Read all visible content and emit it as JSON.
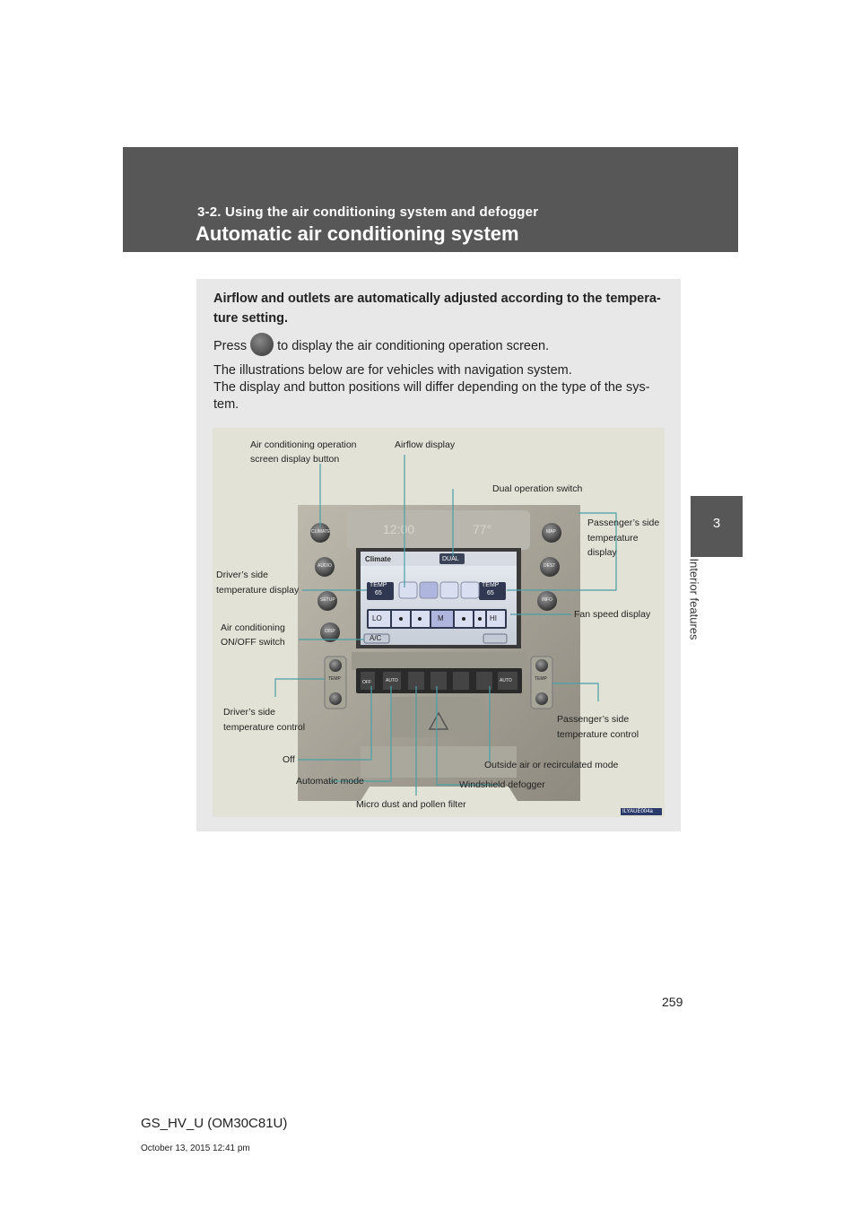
{
  "header": {
    "section": "3-2. Using the air conditioning system and defogger",
    "title": "Automatic air conditioning system"
  },
  "side_tab": {
    "number": "3",
    "label": "Interior features"
  },
  "intro": {
    "line1": "Airflow and outlets are automatically adjusted according to the tempera-",
    "line2": "ture setting.",
    "press_before": "Press",
    "press_after": "to display the air conditioning operation screen.",
    "note1": "The illustrations below are for vehicles with navigation system.",
    "note2": "The display and button positions will differ depending on the type of the sys-",
    "note3": "tem."
  },
  "figure": {
    "labels": {
      "ac_screen_button_1": "Air   conditioning   operation",
      "ac_screen_button_2": "screen display button",
      "airflow_display": "Airflow display",
      "dual_switch": "Dual operation switch",
      "pass_temp_display_1": "Passenger’s side",
      "pass_temp_display_2": "temperature",
      "pass_temp_display_3": "display",
      "driver_temp_display_1": "Driver’s side",
      "driver_temp_display_2": "temperature display",
      "fan_speed": "Fan speed display",
      "ac_onoff_1": "Air conditioning",
      "ac_onoff_2": "ON/OFF switch",
      "driver_temp_control_1": "Driver’s side",
      "driver_temp_control_2": "temperature control",
      "pass_temp_control_1": "Passenger’s side",
      "pass_temp_control_2": "temperature control",
      "off": "Off",
      "outside_air": "Outside air or recirculated mode",
      "auto_mode": "Automatic mode",
      "windshield": "Windshield defogger",
      "micro_dust": "Micro dust and pollen filter"
    },
    "screen": {
      "title": "Climate",
      "dual": "DUAL",
      "temp": "TEMP",
      "temp_left": "65",
      "temp_right": "65",
      "fan_lo": "LO",
      "fan_m": "M",
      "fan_hi": "HI",
      "ac": "A/C"
    },
    "buttons": {
      "climate": "CLIMATE",
      "audio": "AUDIO",
      "setup": "SETUP",
      "disp": "DISP",
      "map": "MAP",
      "dest": "DEST",
      "info": "INFO",
      "off": "OFF",
      "auto_left": "AUTO",
      "auto_right": "AUTO",
      "temp_left": "TEMP",
      "temp_right": "TEMP"
    },
    "code": "ILYAUE004a"
  },
  "footer": {
    "model": "GS_HV_U (OM30C81U)",
    "date": "October 13, 2015 12:41 pm",
    "page": "259"
  }
}
